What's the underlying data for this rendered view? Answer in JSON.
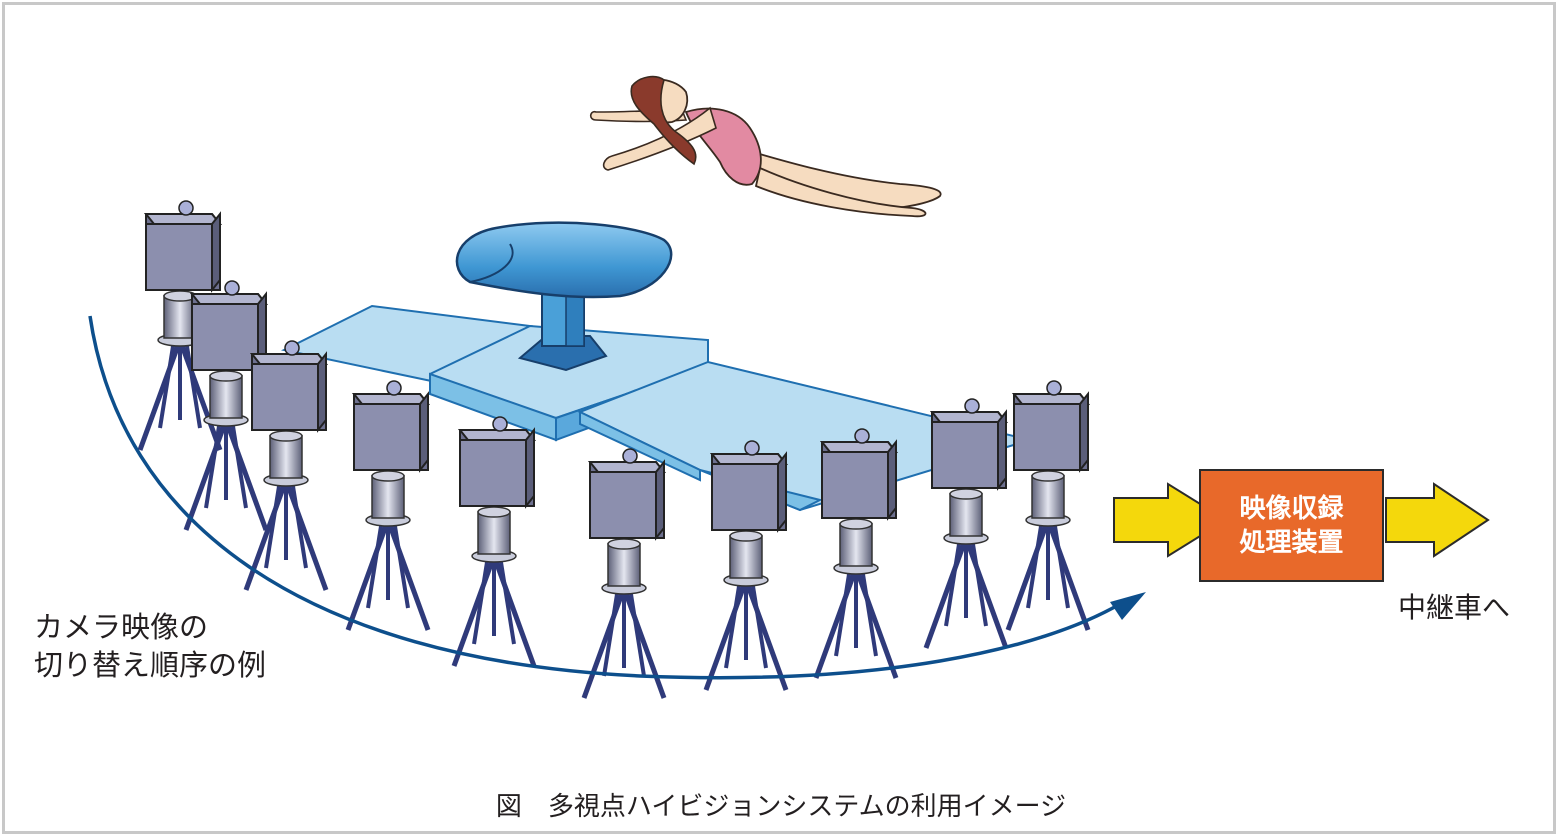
{
  "diagram": {
    "caption": "図　多視点ハイビジョンシステムの利用イメージ",
    "switch_label_lines": [
      "カメラ映像の",
      "切り替え順序の例"
    ],
    "processor_lines": [
      "映像収録",
      "処理装置"
    ],
    "destination": "中継車へ",
    "colors": {
      "arrow_curve": "#0d4f8c",
      "processor_fill": "#e8692a",
      "yellow_arrow": "#f4d80c",
      "mat_light": "#b9ddf2",
      "horse_blue": "#4aa0d8",
      "camera_body": "#8c8fae"
    },
    "icons": [
      "pommel-horse-icon",
      "gymnast-icon",
      "camera-icon"
    ]
  }
}
